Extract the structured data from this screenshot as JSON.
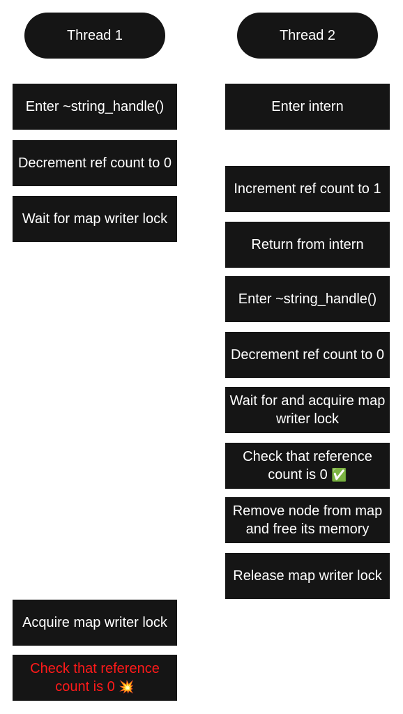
{
  "thread1": {
    "title": "Thread 1",
    "steps": [
      {
        "label": "Enter ~string_handle()"
      },
      {
        "label": "Decrement ref count to 0"
      },
      {
        "label": "Wait for map writer lock"
      },
      {
        "label": "Acquire map writer lock"
      },
      {
        "label": "Check that reference count is 0",
        "emoji": "💥",
        "emoji_name": "collision-icon",
        "status_color": "#ff1a1a"
      }
    ]
  },
  "thread2": {
    "title": "Thread 2",
    "steps": [
      {
        "label": "Enter intern"
      },
      {
        "label": "Increment ref count to 1"
      },
      {
        "label": "Return from intern"
      },
      {
        "label": "Enter ~string_handle()"
      },
      {
        "label": "Decrement ref count to 0"
      },
      {
        "label": "Wait for and acquire map writer lock"
      },
      {
        "label": "Check that reference count is 0",
        "emoji": "✅",
        "emoji_name": "check-mark-icon"
      },
      {
        "label": "Remove node from map and free its memory"
      },
      {
        "label": "Release map writer lock"
      }
    ]
  },
  "colors": {
    "box_fill": "#151515",
    "text": "#ffffff",
    "error_text": "#ff1a1a"
  }
}
